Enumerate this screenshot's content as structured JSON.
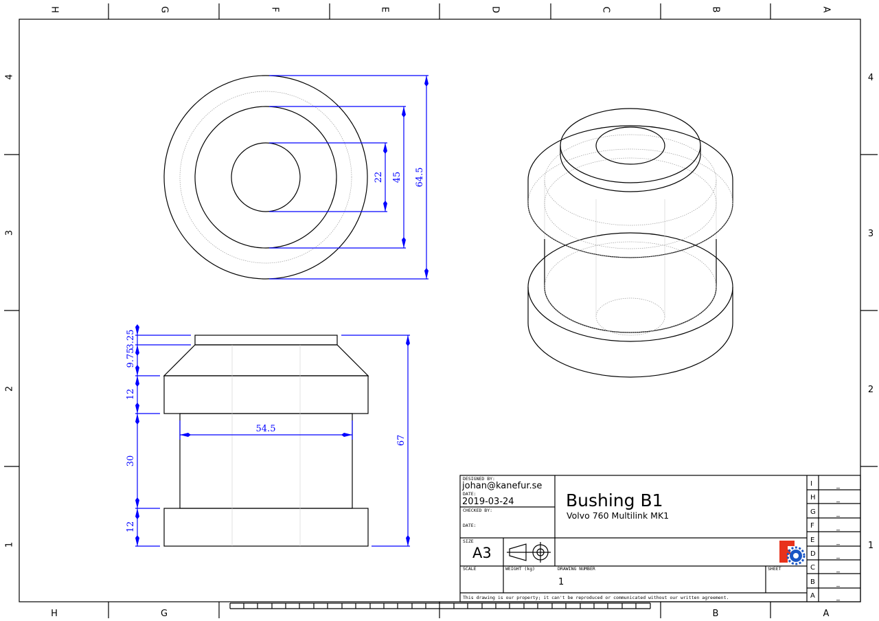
{
  "frame": {
    "columns_top": [
      "H",
      "G",
      "F",
      "E",
      "D",
      "C",
      "B",
      "A"
    ],
    "columns_bottom": [
      "H",
      "G",
      "B",
      "A"
    ],
    "rows": [
      "4",
      "3",
      "2",
      "1"
    ]
  },
  "front_view": {
    "dims": {
      "d_inner": "22",
      "d_mid": "45",
      "d_outer": "64.5"
    }
  },
  "side_view": {
    "dims": {
      "h_top": "3.25",
      "h_taper": "9.75",
      "h_flange_top": "12",
      "h_body": "30",
      "h_flange_bottom": "12",
      "w_body": "54.5",
      "h_total": "67"
    }
  },
  "title_block": {
    "designed_by_label": "DESIGNED BY:",
    "designed_by": "johan@kanefur.se",
    "date_label": "DATE:",
    "date": "2019-03-24",
    "checked_by_label": "CHECKED BY:",
    "checked_date_label": "DATE:",
    "title": "Bushing B1",
    "subtitle": "Volvo 760 Multilink MK1",
    "size_label": "SIZE",
    "size": "A3",
    "scale_label": "SCALE",
    "weight_label": "WEIGHT (kg)",
    "drawing_number_label": "DRAWING NUMBER",
    "drawing_number": "1",
    "sheet_label": "SHEET",
    "disclaimer": "This drawing is our property; it can't be reproduced or communicated without our written agreement.",
    "revisions": [
      {
        "letter": "I",
        "value": "_"
      },
      {
        "letter": "H",
        "value": "_"
      },
      {
        "letter": "G",
        "value": "_"
      },
      {
        "letter": "F",
        "value": "_"
      },
      {
        "letter": "E",
        "value": "_"
      },
      {
        "letter": "D",
        "value": "_"
      },
      {
        "letter": "C",
        "value": "_"
      },
      {
        "letter": "B",
        "value": "_"
      },
      {
        "letter": "A",
        "value": "_"
      }
    ]
  },
  "icons": {
    "logo": "freecad-logo-icon",
    "projection": "first-angle-projection-icon"
  },
  "colors": {
    "dimension": "#0000ff",
    "line": "#000000",
    "logo_red": "#e8321c",
    "logo_blue": "#1a56c4"
  }
}
